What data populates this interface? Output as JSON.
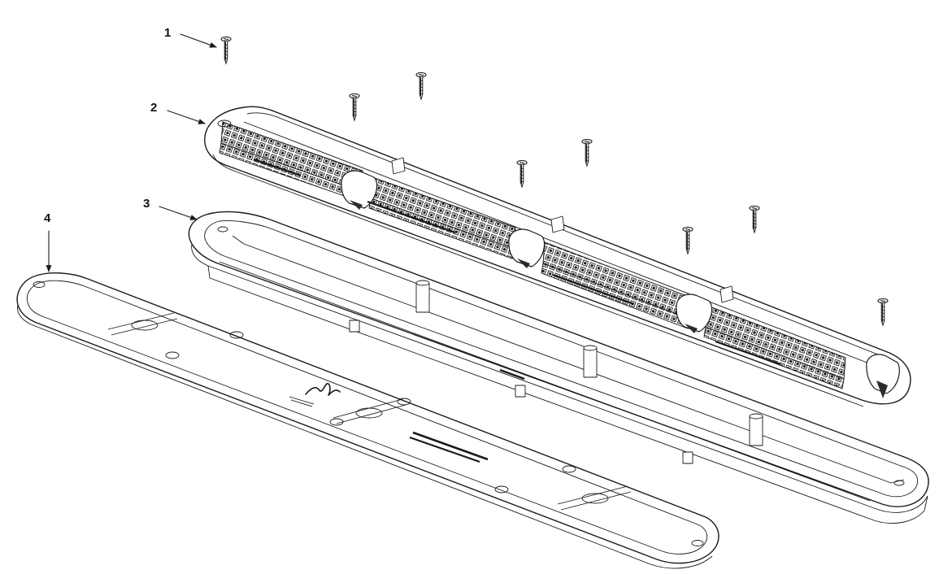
{
  "callouts": [
    {
      "id": "1",
      "label": "1"
    },
    {
      "id": "2",
      "label": "2"
    },
    {
      "id": "3",
      "label": "3"
    },
    {
      "id": "4",
      "label": "4"
    }
  ],
  "parts": [
    {
      "callout": "1",
      "name": "screw"
    },
    {
      "callout": "2",
      "name": "terminal-strip-cover"
    },
    {
      "callout": "3",
      "name": "base-tray"
    },
    {
      "callout": "4",
      "name": "gasket"
    }
  ],
  "colors": {
    "ink": "#1a1a1a",
    "background": "#ffffff"
  }
}
